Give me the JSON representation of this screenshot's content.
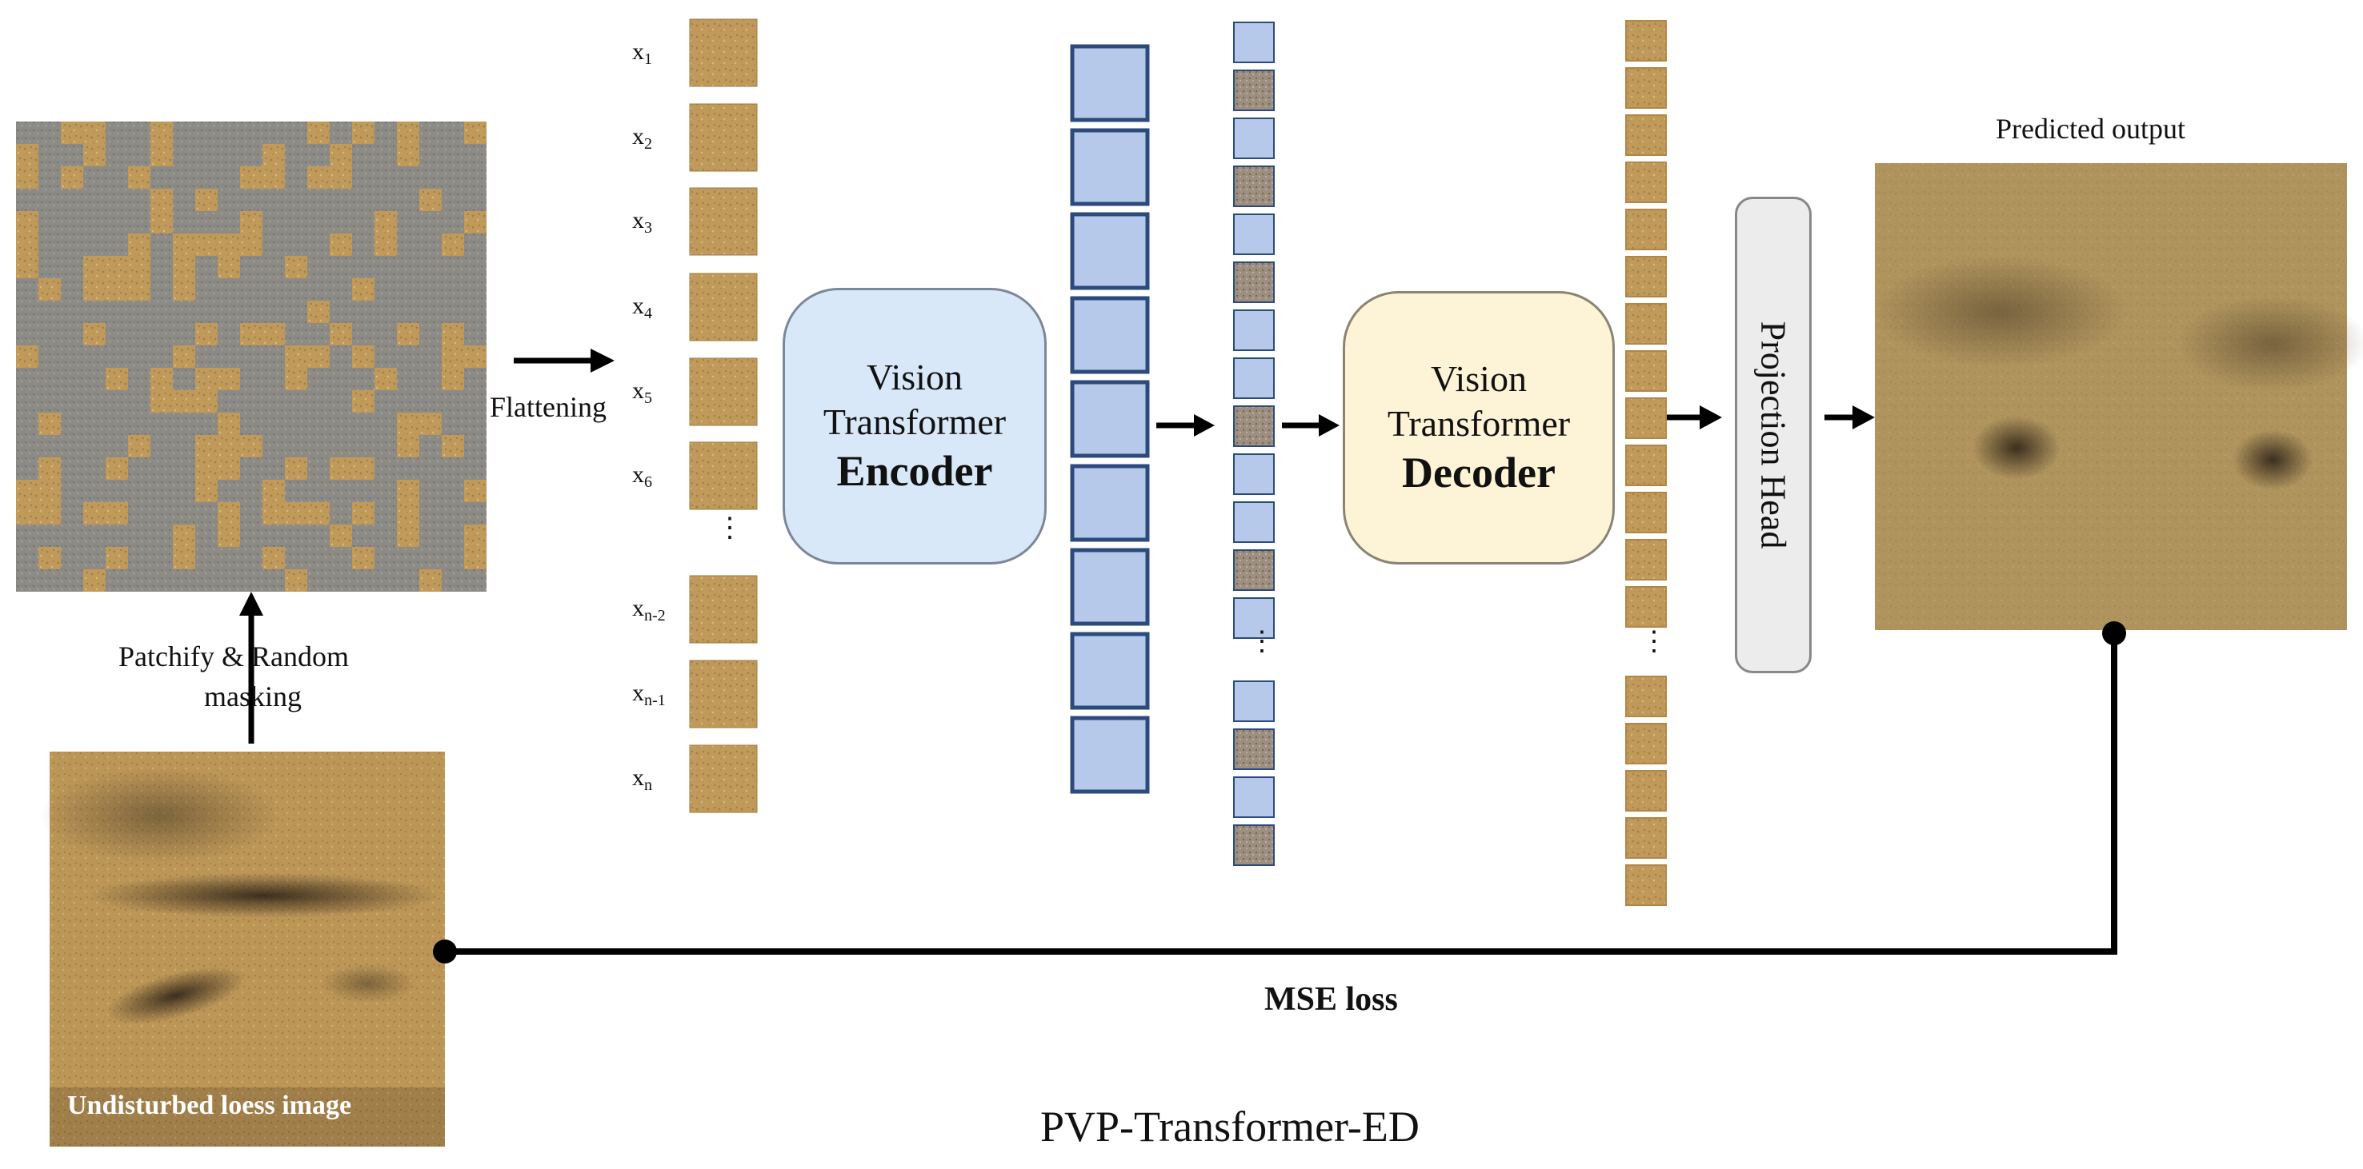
{
  "flow": {
    "patchify_line1": "Patchify",
    "patchify_amp": "&",
    "patchify_line2": "Random",
    "patchify_line3": "masking",
    "flattening": "Flattening",
    "predicted_output": "Predicted output",
    "mse_loss": "MSE loss",
    "model_name": "PVP-Transformer-ED"
  },
  "input_image": {
    "caption": "Undisturbed loess image"
  },
  "patches": {
    "labels": [
      {
        "base": "x",
        "sub": "1"
      },
      {
        "base": "x",
        "sub": "2"
      },
      {
        "base": "x",
        "sub": "3"
      },
      {
        "base": "x",
        "sub": "4"
      },
      {
        "base": "x",
        "sub": "5"
      },
      {
        "base": "x",
        "sub": "6"
      },
      {
        "base": "x",
        "sub": "n-2"
      },
      {
        "base": "x",
        "sub": "n-1"
      },
      {
        "base": "x",
        "sub": "n"
      }
    ],
    "ellipsis": "⋮"
  },
  "encoder": {
    "line1": "Vision",
    "line2": "Transformer",
    "line3": "Encoder"
  },
  "decoder": {
    "line1": "Vision",
    "line2": "Transformer",
    "line3": "Decoder"
  },
  "projection_head": {
    "label": "Projection Head"
  },
  "tokens": {
    "ellipsis": "⋮"
  },
  "colors": {
    "soil": "#c09a5a",
    "mask_gray": "#8d8b86",
    "token_blue": "#b7c9ea",
    "token_border": "#2c4a7c",
    "encoder_fill": "#d9e8f8",
    "decoder_fill": "#fdf3d6",
    "head_fill": "#ececec"
  }
}
